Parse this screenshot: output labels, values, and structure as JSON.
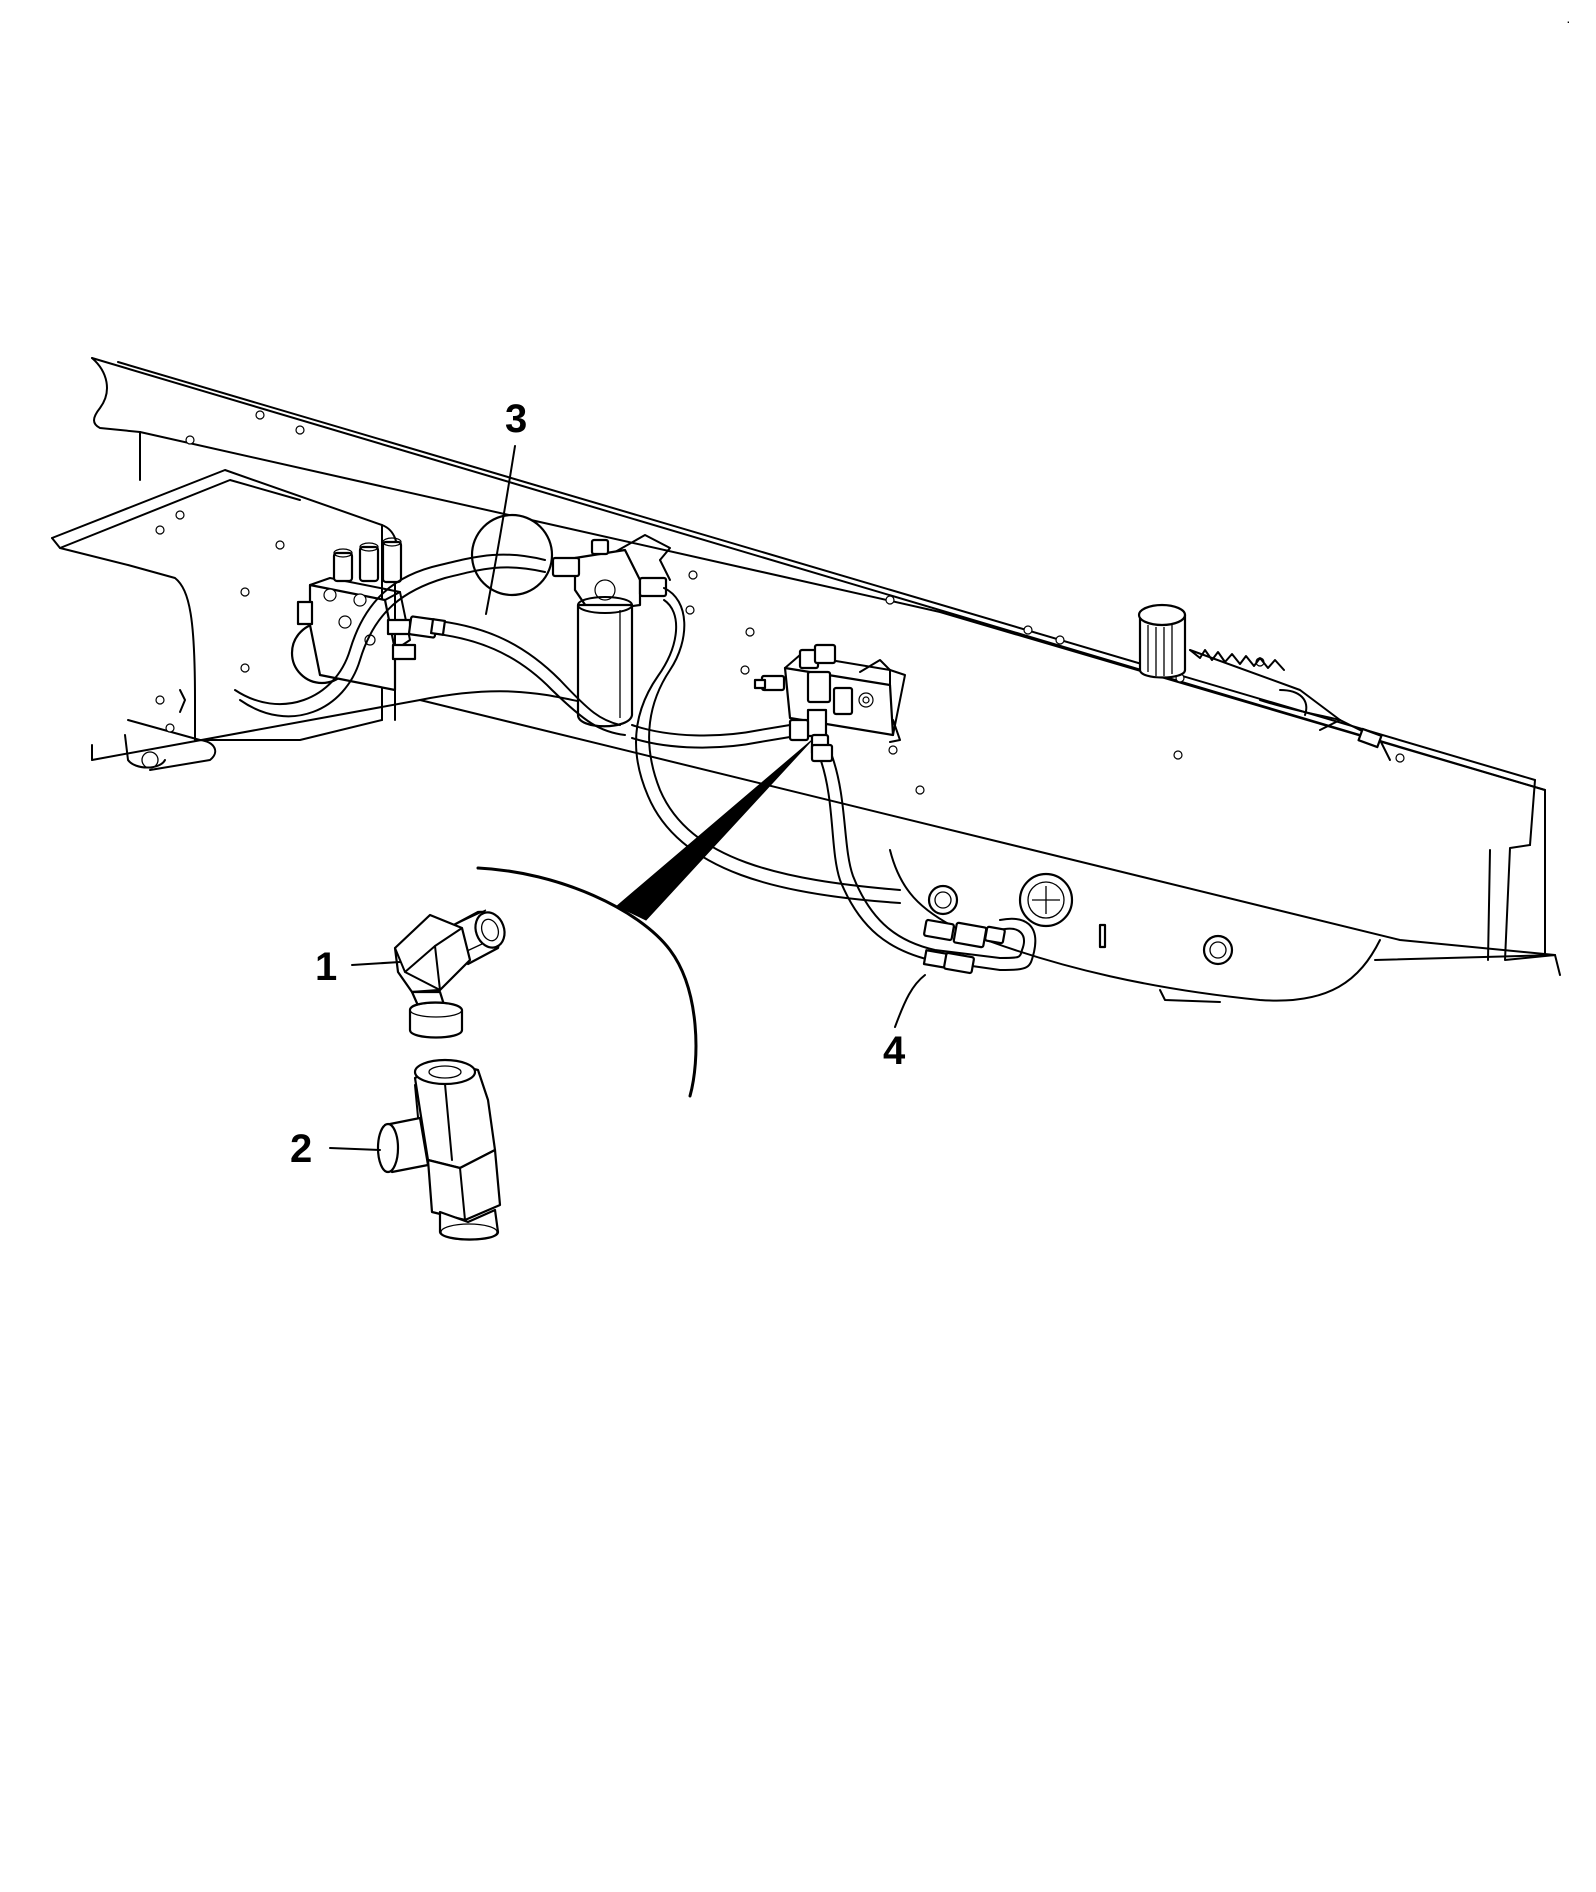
{
  "diagram": {
    "callouts": [
      {
        "id": "1",
        "label": "1",
        "part": "elbow-fitting"
      },
      {
        "id": "2",
        "label": "2",
        "part": "tee-fitting"
      },
      {
        "id": "3",
        "label": "3",
        "part": "hose-to-valve-block"
      },
      {
        "id": "4",
        "label": "4",
        "part": "hose-to-tank-port"
      }
    ],
    "colors": {
      "line": "#000000",
      "background": "#ffffff"
    }
  }
}
